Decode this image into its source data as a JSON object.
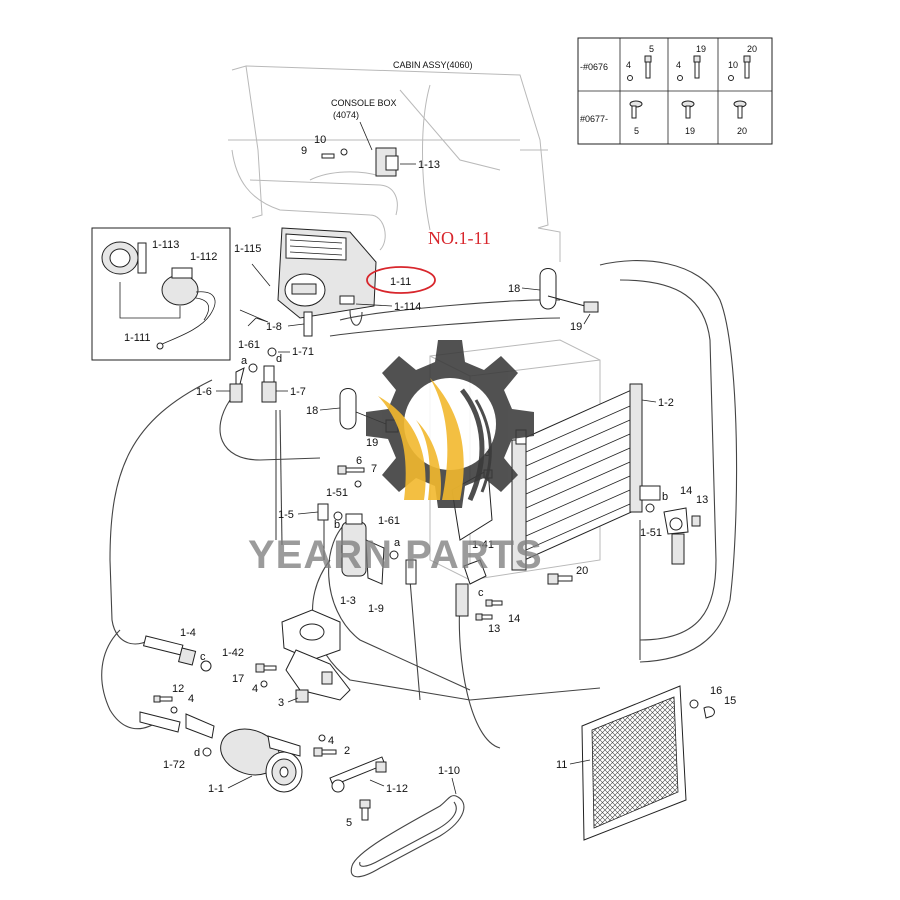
{
  "header": {
    "cabin_assy": "CABIN ASSY(4060)",
    "console_box": "CONSOLE BOX",
    "console_box_code": "(4074)",
    "highlight_note": "NO.1-11"
  },
  "watermark": {
    "text": "YEARN PARTS",
    "colors": {
      "gear": "#3a3a3a",
      "flame": "#f2b92e",
      "text": "#7f7f7f"
    }
  },
  "table": {
    "rows": [
      {
        "serial": "-#0676",
        "groups": [
          [
            "4",
            "5"
          ],
          [
            "4",
            "19"
          ],
          [
            "10",
            "20"
          ]
        ]
      },
      {
        "serial": "#0677-",
        "groups": [
          [
            "5"
          ],
          [
            "19"
          ],
          [
            "20"
          ]
        ]
      }
    ]
  },
  "callouts": {
    "c_1_13": "1-13",
    "c_10a": "10",
    "c_9": "9",
    "c_1_113": "1-113",
    "c_1_112": "1-112",
    "c_1_111": "1-111",
    "c_1_115": "1-115",
    "c_1_11": "1-11",
    "c_1_114": "1-114",
    "c_1_8": "1-8",
    "c_18a": "18",
    "c_19a": "19",
    "c_1_61a": "1-61",
    "c_a1": "a",
    "c_d1": "d",
    "c_1_71": "1-71",
    "c_1_6": "1-6",
    "c_1_7": "1-7",
    "c_18b": "18",
    "c_19b": "19",
    "c_1_2": "1-2",
    "c_6": "6",
    "c_7": "7",
    "c_8": "8",
    "c_1_51a": "1-51",
    "c_1_5": "1-5",
    "c_b1": "b",
    "c_1_61b": "1-61",
    "c_a2": "a",
    "c_1_41": "1-41",
    "c_c1": "c",
    "c_14a": "14",
    "c_13a": "13",
    "c_1_3": "1-3",
    "c_1_9": "1-9",
    "c_20": "20",
    "c_b2": "b",
    "c_14b": "14",
    "c_13b": "13",
    "c_1_51b": "1-51",
    "c_1_4": "1-4",
    "c_c2": "c",
    "c_1_42": "1-42",
    "c_17": "17",
    "c_4a": "4",
    "c_12": "12",
    "c_4b": "4",
    "c_3": "3",
    "c_4c": "4",
    "c_2": "2",
    "c_d2": "d",
    "c_1_72": "1-72",
    "c_1_1": "1-1",
    "c_1_12": "1-12",
    "c_5": "5",
    "c_1_10": "1-10",
    "c_16": "16",
    "c_15": "15",
    "c_11": "11"
  }
}
